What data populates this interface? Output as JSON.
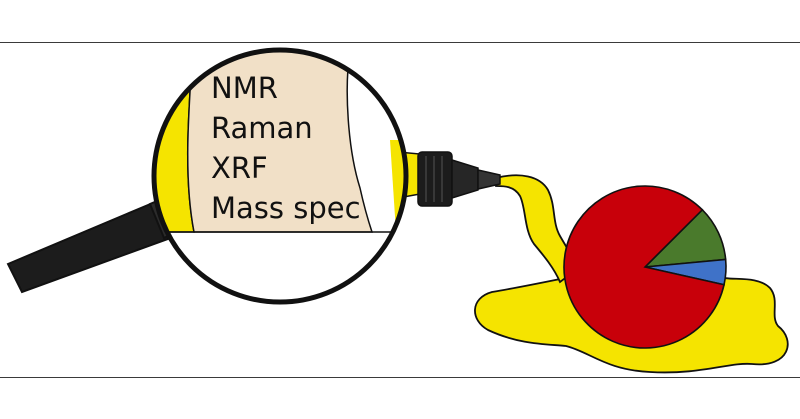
{
  "techniques": [
    "NMR",
    "Raman",
    "XRF",
    "Mass spec"
  ],
  "colors": {
    "fluid": "#f5e400",
    "fluid_dark": "#d9c800",
    "label_paper": "#f1e0c7",
    "handle": "#1c1c1c",
    "outline": "#111111",
    "rule": "#3a3a3a"
  },
  "chart_data": {
    "type": "pie",
    "title": "",
    "slices": [
      {
        "label": "",
        "value": 84,
        "color": "#c8000a"
      },
      {
        "label": "",
        "value": 11,
        "color": "#4a7a2c"
      },
      {
        "label": "",
        "value": 5,
        "color": "#3f72c8"
      }
    ]
  }
}
